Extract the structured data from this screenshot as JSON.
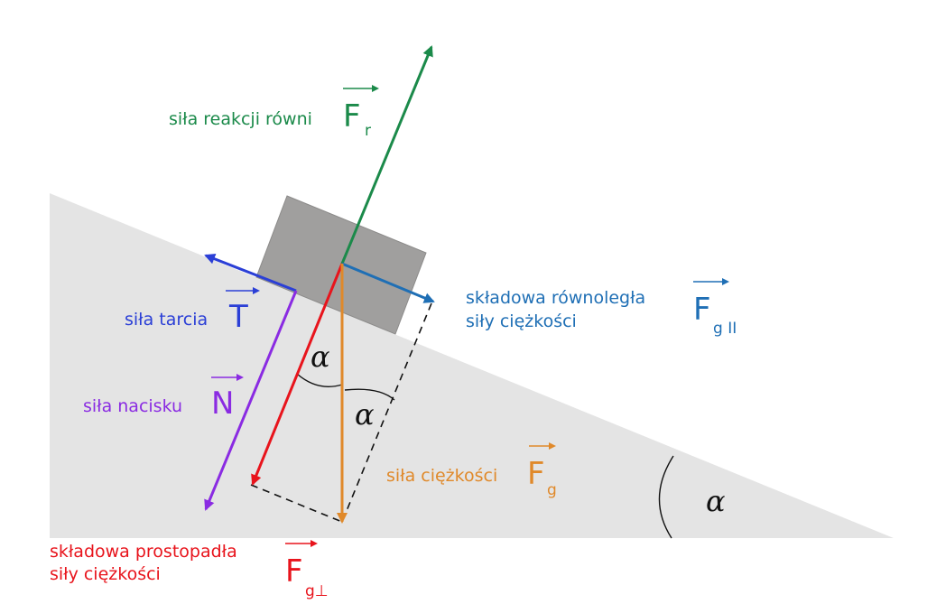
{
  "colors": {
    "incline": "#e4e4e4",
    "block": "#a09f9e",
    "reaction": "#1b8a4a",
    "parallel": "#1f6fb5",
    "friction": "#2b3fd6",
    "normal_press": "#8a2be2",
    "perpendicular": "#e8141c",
    "gravity": "#e0892a",
    "dashed": "#111111"
  },
  "labels": {
    "reaction": {
      "text": "siła reakcji równi",
      "symbol": "F",
      "subscript": "r"
    },
    "parallel": {
      "line1": "składowa równoległa",
      "line2": "siły ciężkości",
      "symbol": "F",
      "subscript": "g II"
    },
    "friction": {
      "text": "siła tarcia",
      "symbol": "T"
    },
    "normal_press": {
      "text": "siła nacisku",
      "symbol": "N"
    },
    "gravity": {
      "text": "siła ciężkości",
      "symbol": "F",
      "subscript": "g"
    },
    "perpendicular": {
      "line1": "składowa prostopadła",
      "line2": "siły ciężkości",
      "symbol": "F",
      "subscript": "g⊥"
    }
  },
  "angles": {
    "alpha": "α"
  }
}
